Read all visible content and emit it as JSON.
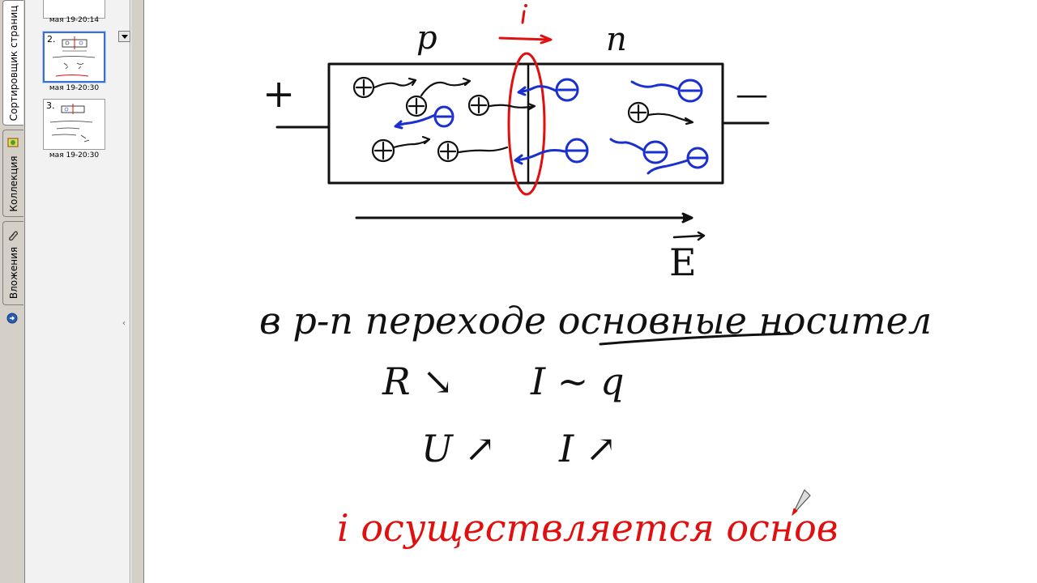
{
  "sidebar": {
    "tabs": [
      {
        "label": "Сортировщик страниц",
        "icon": "page-sorter-icon",
        "active": true
      },
      {
        "label": "Коллекция",
        "icon": "gallery-icon",
        "active": false
      },
      {
        "label": "Вложения",
        "icon": "paperclip-icon",
        "active": false
      }
    ],
    "extra_icon": "help-circle-icon",
    "pages": [
      {
        "number": "",
        "caption": "мая 19-20:14"
      },
      {
        "number": "2.",
        "caption": "мая 19-20:30",
        "selected": true
      },
      {
        "number": "3.",
        "caption": "мая 19-20:30"
      }
    ]
  },
  "slide": {
    "label_p": "p",
    "label_n": "n",
    "current_label": "i",
    "field_label": "E",
    "plus_sign": "+",
    "minus_sign": "—",
    "line1": "в p-n переходе основные носител",
    "line2_left": "R ↘",
    "line2_right": "I ~ q",
    "line3_left": "U ↗",
    "line3_right": "I ↗",
    "line4": "i осуществляется основ",
    "colors": {
      "ink_black": "#111111",
      "ink_blue": "#1a2fd0",
      "ink_red": "#e01010"
    }
  }
}
